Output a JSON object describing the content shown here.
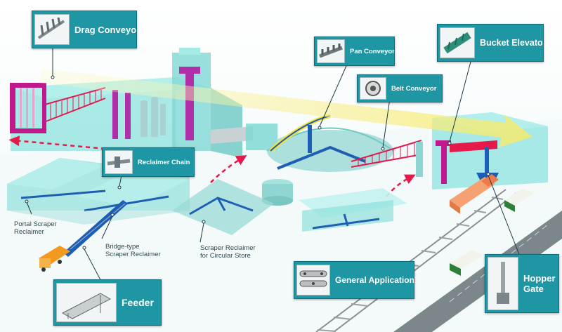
{
  "labels": {
    "drag_conveyor": "Drag Conveyor",
    "pan_conveyor": "Pan Conveyor",
    "belt_conveyor": "Belt Conveyor",
    "bucket_elevator": "Bucket Elevator",
    "reclaimer_chain": "Reclaimer Chain",
    "general_applications": "General Applications",
    "feeder": "Feeder",
    "hopper_gate_line1": "Hopper",
    "hopper_gate_line2": "Gate"
  },
  "captions": {
    "portal_line1": "Portal Scraper",
    "portal_line2": "Reclaimer",
    "bridge_line1": "Bridge-type",
    "bridge_line2": "Scraper Reclaimer",
    "circular_line1": "Scraper Reclaimer",
    "circular_line2": "for Circular Store"
  },
  "colors": {
    "teal": "#1e96a3",
    "building": "#7fe0dc",
    "magenta": "#c2188e",
    "red_arrow": "#e5194a",
    "yellow_arrow": "#f7f08a",
    "blue_machine": "#1f5fb3",
    "truck_orange": "#f39a1e"
  }
}
